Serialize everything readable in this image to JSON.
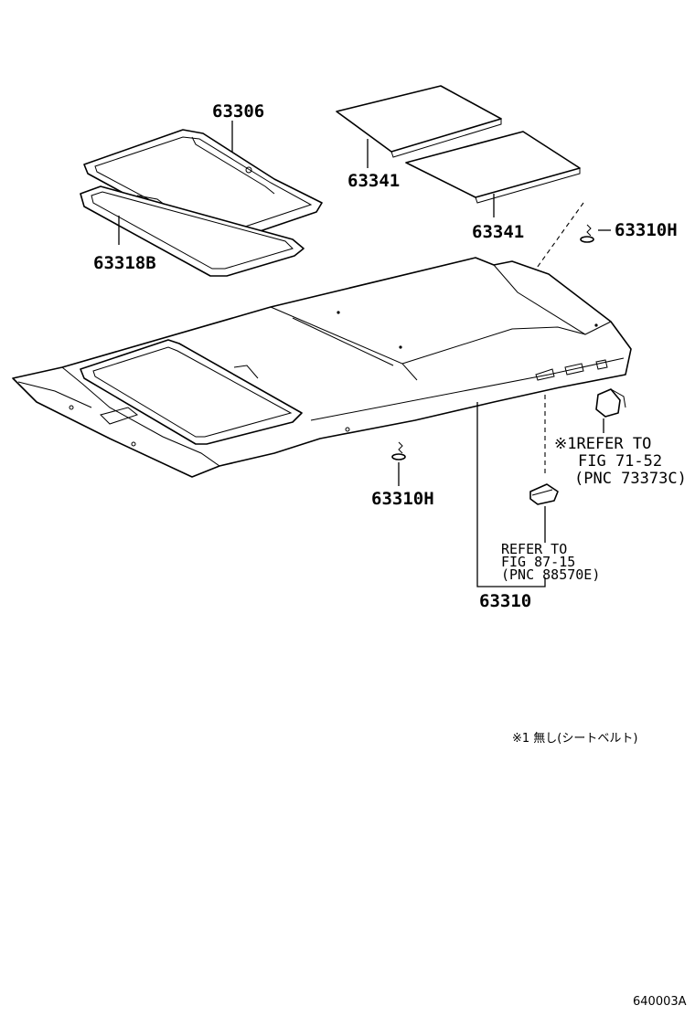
{
  "parts": {
    "sunshade": "63306",
    "weatherstrip": "63318B",
    "pad_upper": "63341",
    "pad_lower": "63341",
    "clip_upper": "63310H",
    "clip_lower": "63310H",
    "headlining": "63310"
  },
  "refs": {
    "upper_note": {
      "line1": "※1REFER TO",
      "line2": "FIG 71-52",
      "line3": "(PNC 73373C)"
    },
    "lower_note": {
      "line1": "REFER TO",
      "line2": "FIG 87-15",
      "line3": "(PNC 88570E)"
    }
  },
  "footnote": "※1 無し(シートベルト)",
  "figure_id": "640003A"
}
